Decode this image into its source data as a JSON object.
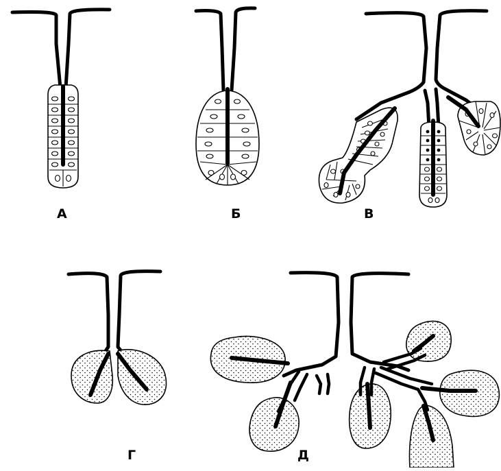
{
  "figure": {
    "labels": {
      "a": "А",
      "b": "Б",
      "v": "В",
      "g": "Г",
      "d": "Д"
    }
  }
}
